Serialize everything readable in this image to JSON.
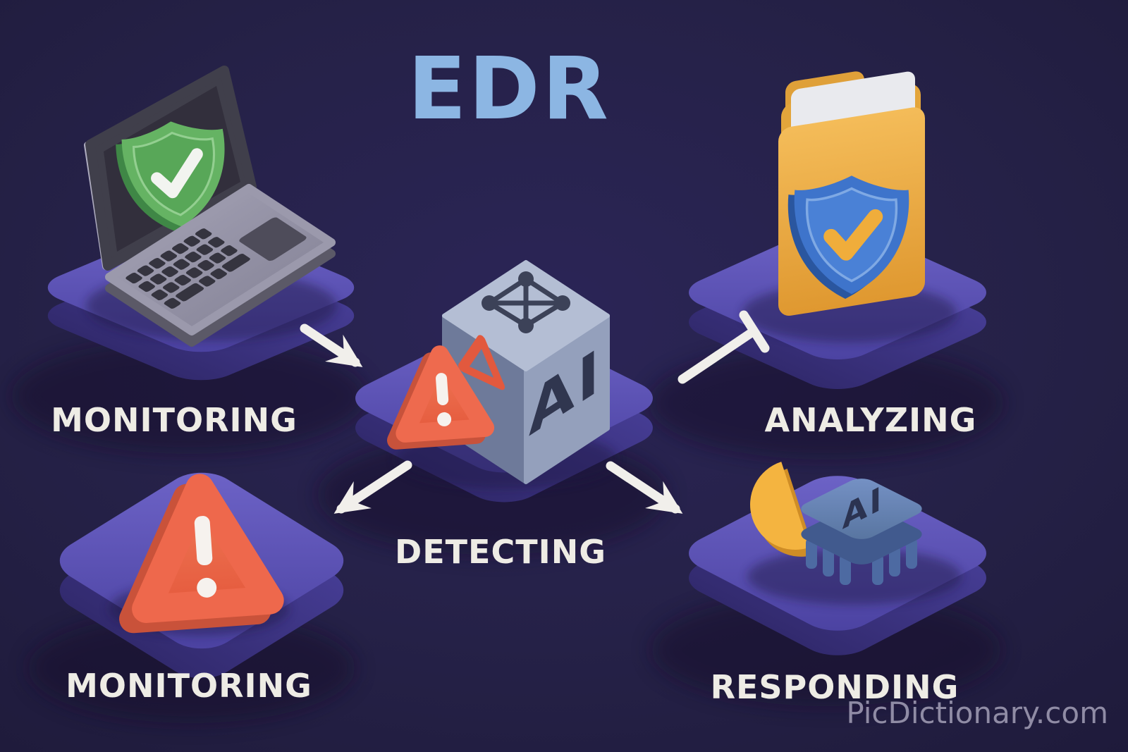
{
  "title": "EDR",
  "watermark": "PicDictionary.com",
  "labels": {
    "monitoring_top": "MONITORING",
    "detecting": "DETECTING",
    "analyzing": "ANALYZING",
    "monitoring_bottom": "MONITORING",
    "responding": "RESPONDING"
  },
  "cube_ai_label": "AI",
  "chip_ai_label": "AI",
  "icons": [
    {
      "name": "laptop-shield-check-icon",
      "station": "monitoring_top"
    },
    {
      "name": "ai-cube-warning-icon",
      "station": "detecting"
    },
    {
      "name": "folder-shield-check-icon",
      "station": "analyzing"
    },
    {
      "name": "warning-triangle-icon",
      "station": "monitoring_bottom"
    },
    {
      "name": "ai-chip-pie-icon",
      "station": "responding"
    }
  ],
  "colors": {
    "background": "#242047",
    "platform_top": "#5a50b2",
    "platform_side": "#3b3286",
    "title_blue": "#8cb6e3",
    "label_white": "#eeece5",
    "arrow_white": "#f1efeb",
    "alert_red": "#ee6a4e",
    "shield_green": "#65b363",
    "folder_yellow": "#efb04b",
    "shield_blue": "#3e74cb",
    "cube_gray_blue": "#94a0bc",
    "chip_blue": "#6d8cc0",
    "pie_yellow": "#f4b440",
    "watermark_gray": "#9692ab"
  }
}
